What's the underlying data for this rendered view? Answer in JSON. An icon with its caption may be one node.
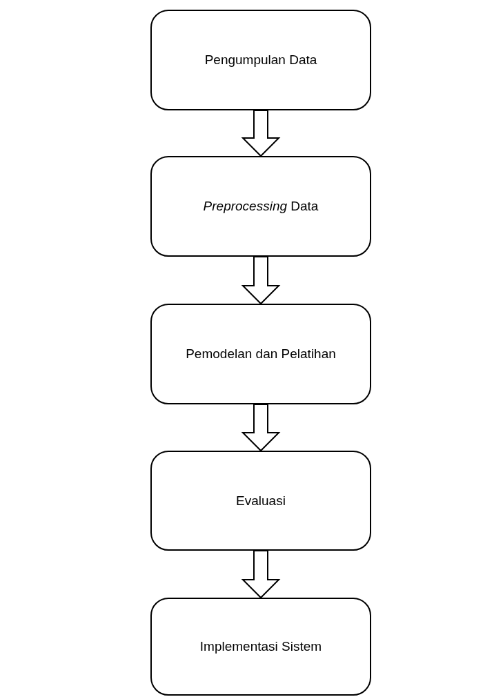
{
  "diagram": {
    "nodes": [
      {
        "text": [
          "Pengumpulan Data"
        ]
      },
      {
        "text": [
          "*Preprocessing* Data"
        ]
      },
      {
        "text": [
          "Pemodelan dan Pelatihan"
        ]
      },
      {
        "text": [
          "Evaluasi"
        ]
      },
      {
        "text": [
          "Implementasi Sistem"
        ]
      }
    ],
    "edges": [
      {
        "from": 0,
        "to": 1,
        "arrow": "to"
      },
      {
        "from": 1,
        "to": 2,
        "arrow": "to"
      },
      {
        "from": 2,
        "to": 3,
        "arrow": "to"
      },
      {
        "from": 3,
        "to": 4,
        "arrow": "to"
      }
    ]
  }
}
